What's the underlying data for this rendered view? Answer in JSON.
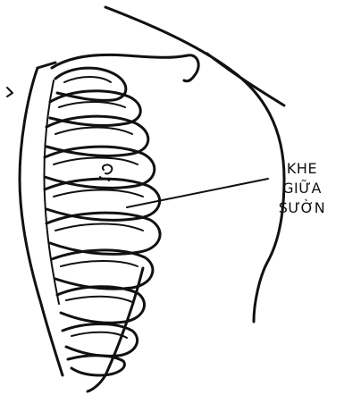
{
  "label": {
    "lines": [
      "KHE",
      "GIỮA",
      "SƯỜN"
    ]
  },
  "colors": {
    "ink": "#111111",
    "background": "#ffffff"
  }
}
